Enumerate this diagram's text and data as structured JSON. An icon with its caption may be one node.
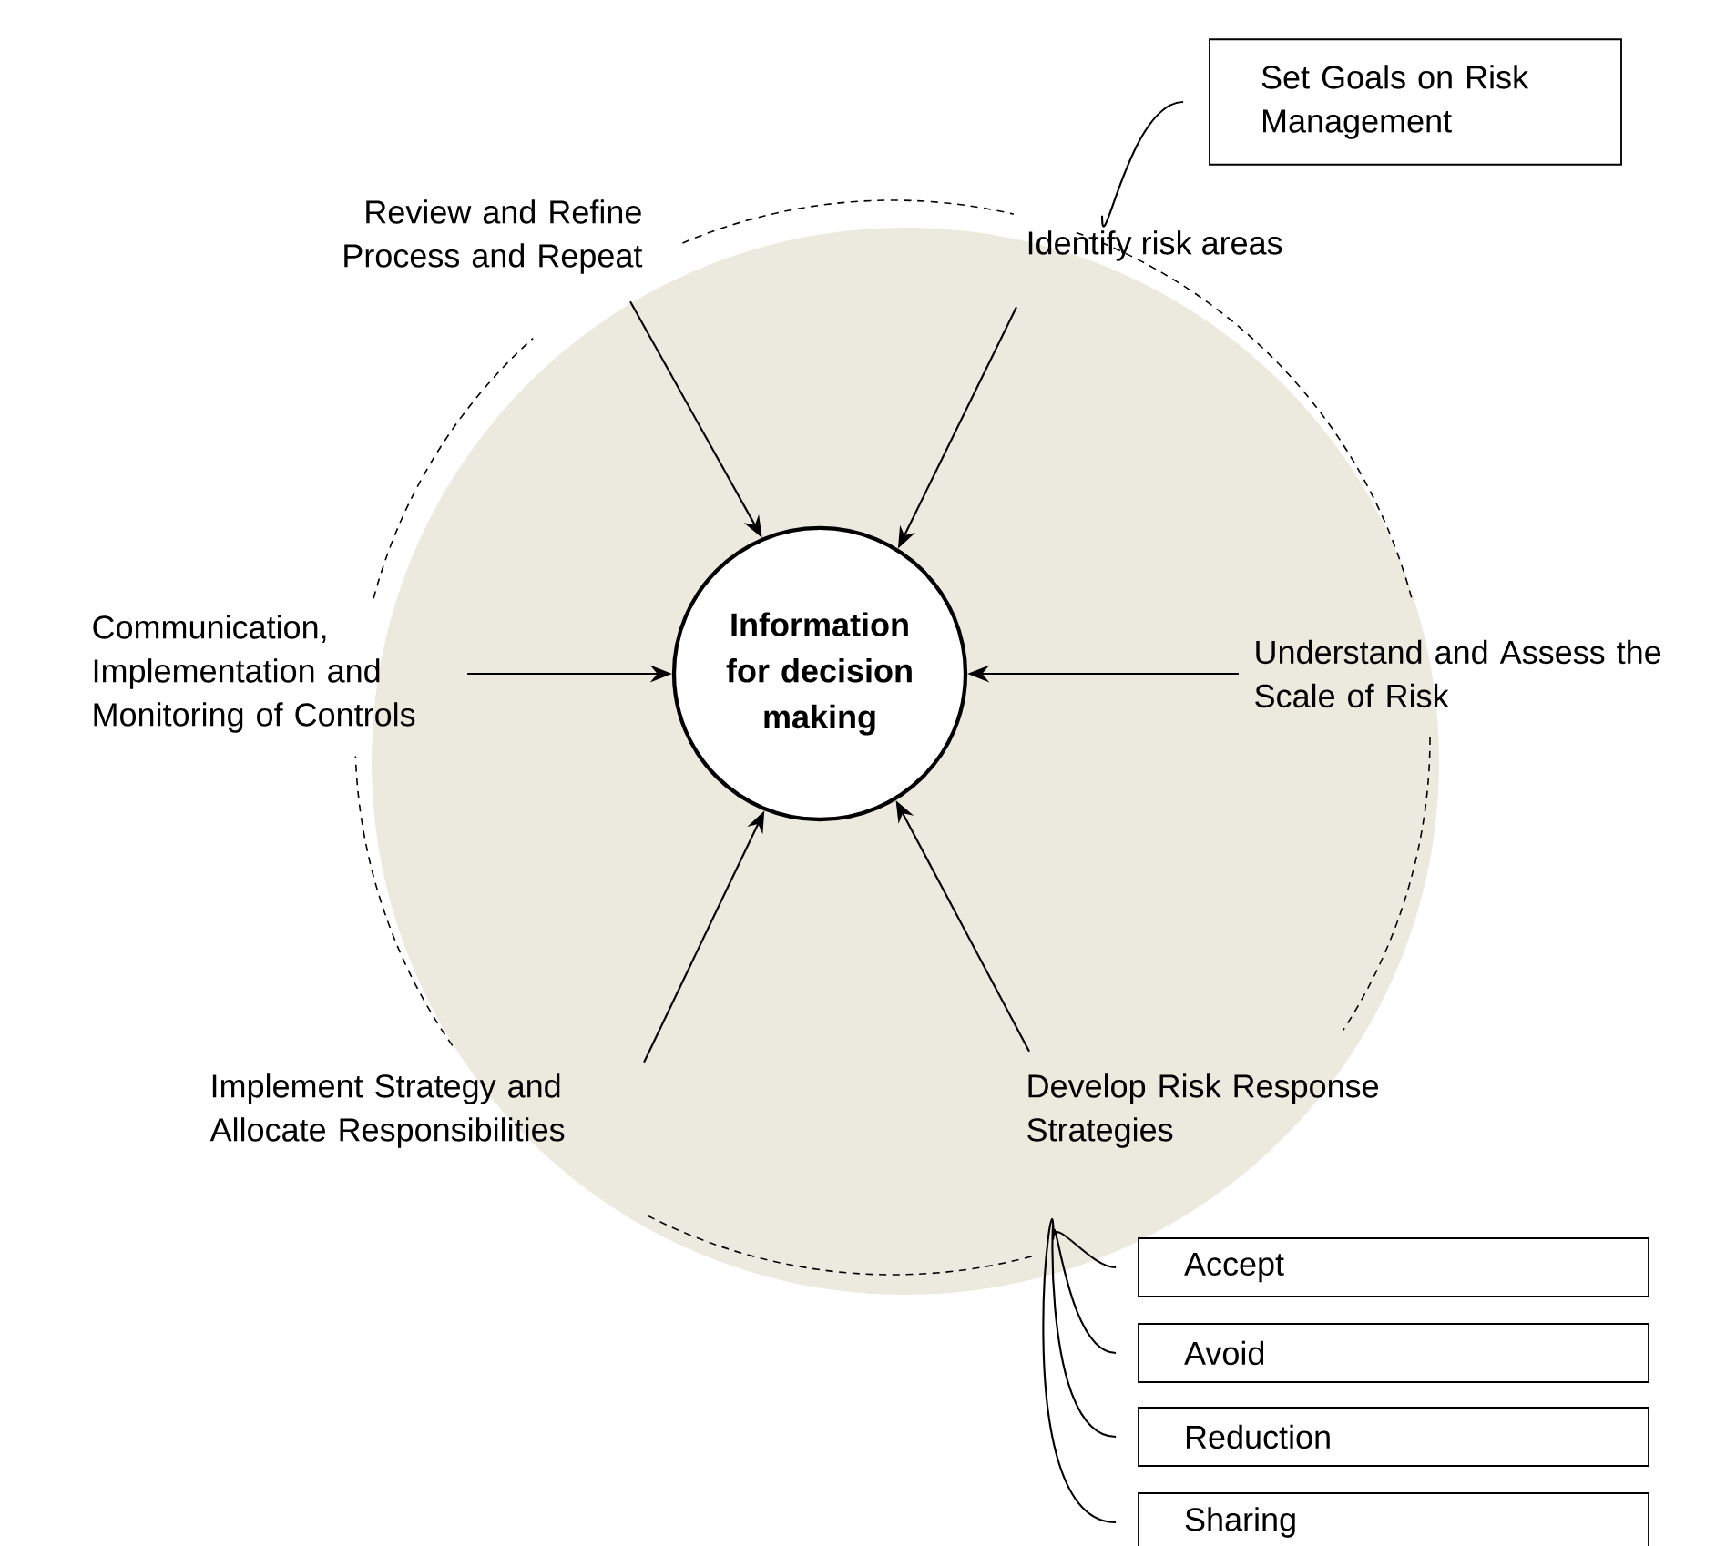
{
  "diagram": {
    "nodes": [
      {
        "text": [
          "Information for decision making"
        ]
      },
      {
        "text": [
          "Set Goals on Risk Management"
        ]
      },
      {
        "text": [
          "Identify risk areas"
        ]
      },
      {
        "text": [
          "Review and Refine Process and Repeat"
        ]
      },
      {
        "text": [
          "Communication, Implementation and Monitoring of Controls"
        ]
      },
      {
        "text": [
          "Understand and Assess the Scale of Risk"
        ]
      },
      {
        "text": [
          "Implement Strategy and Allocate Responsibilities"
        ]
      },
      {
        "text": [
          "Develop Risk Response Strategies"
        ]
      },
      {
        "text": [
          "Accept"
        ]
      },
      {
        "text": [
          "Avoid"
        ]
      },
      {
        "text": [
          "Reduction"
        ]
      },
      {
        "text": [
          "Sharing"
        ]
      }
    ],
    "edges": [
      {
        "from": 1,
        "to": 2,
        "arrow": "none"
      },
      {
        "from": 3,
        "to": 0,
        "arrow": "to"
      },
      {
        "from": 2,
        "to": 0,
        "arrow": "to"
      },
      {
        "from": 4,
        "to": 0,
        "arrow": "to"
      },
      {
        "from": 5,
        "to": 0,
        "arrow": "to"
      },
      {
        "from": 6,
        "to": 0,
        "arrow": "to"
      },
      {
        "from": 7,
        "to": 0,
        "arrow": "to"
      },
      {
        "from": 7,
        "to": 8,
        "arrow": "none"
      },
      {
        "from": 7,
        "to": 9,
        "arrow": "none"
      },
      {
        "from": 7,
        "to": 10,
        "arrow": "none"
      },
      {
        "from": 7,
        "to": 11,
        "arrow": "none"
      }
    ]
  }
}
